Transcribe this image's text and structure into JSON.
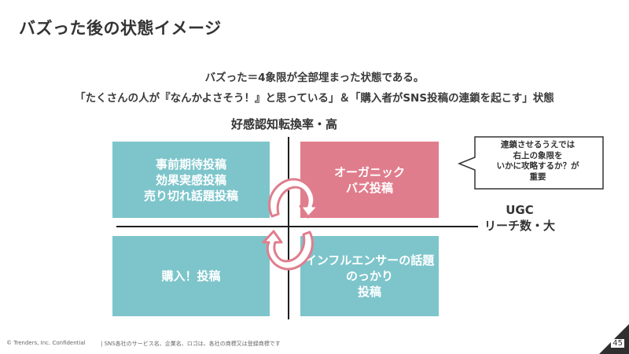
{
  "slide": {
    "title": "バズった後の状態イメージ",
    "subtitle_line1": "バズった＝4象限が全部埋まった状態である。",
    "subtitle_line2": "「たくさんの人が『なんかよさそう！』と思っている」＆「購入者がSNS投稿の連鎖を起こす」状態"
  },
  "matrix": {
    "axis_top": "好感認知転換率・高",
    "axis_right": [
      "UGC",
      "リーチ数・大"
    ],
    "quadrants": {
      "top_left": [
        "事前期待投稿",
        "効果実感投稿",
        "売り切れ話題投稿"
      ],
      "top_right": [
        "オーガニック",
        "バズ投稿"
      ],
      "bottom_left": [
        "購入！投稿"
      ],
      "bottom_right": [
        "インフルエンサーの話題",
        "のっかり",
        "投稿"
      ]
    },
    "callout": [
      "連鎖させるうえでは",
      "右上の象限を",
      "いかに攻略するか？が",
      "重要"
    ],
    "colors": {
      "teal": "#7dc5cb",
      "pink": "#e07d8d",
      "arrow": "#e07d8d"
    }
  },
  "footer": {
    "copyright": "© Trenders, Inc. Confidential",
    "note": "| SNS各社のサービス名、企業名、ロゴは、各社の商標又は登録商標です",
    "page_number": "45"
  }
}
